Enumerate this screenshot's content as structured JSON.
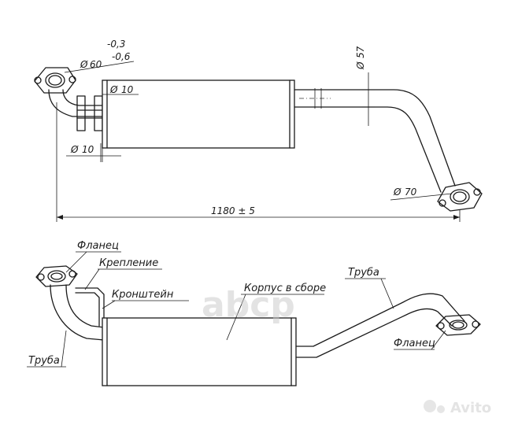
{
  "top_view": {
    "tolerance_upper": "-0,3",
    "tolerance_lower": "-0,6",
    "flange_inlet_dia": "60",
    "bracket_dia": "10",
    "pipe_dia_inner": "10",
    "pipe_outer_dia": "57",
    "outlet_flange_dia": "70",
    "overall_length": "1180 ± 5"
  },
  "bottom_view": {
    "label_flange_left": "Фланец",
    "label_mount": "Крепление",
    "label_bracket": "Кронштейн",
    "label_body": "Корпус в сборе",
    "label_pipe_right": "Труба",
    "label_pipe_left": "Труба",
    "label_flange_right": "Фланец"
  },
  "watermark": {
    "brand": "abcp",
    "site": "Avito"
  },
  "symbols": {
    "diameter": "Ø"
  }
}
